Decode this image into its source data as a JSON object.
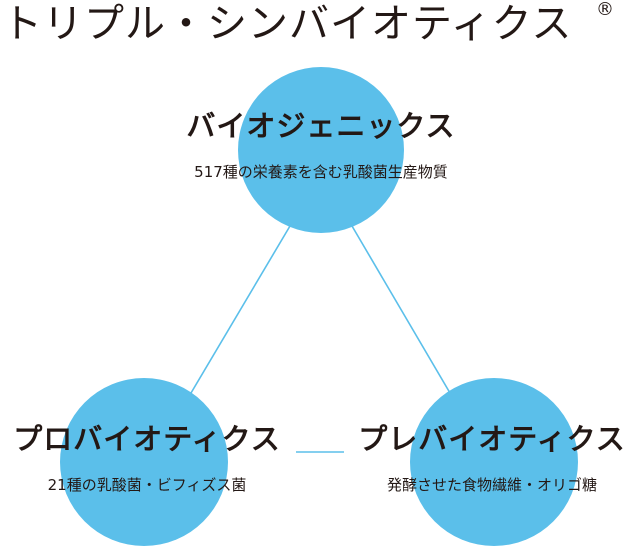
{
  "title": "トリプル・シンバイオティクス",
  "registered_mark": "®",
  "colors": {
    "circle": "#5bbfea",
    "line": "#5bbfea",
    "text": "#231815"
  },
  "nodes": {
    "top": {
      "name": "バイオジェニックス",
      "description": "517種の栄養素を含む乳酸菌生産物質"
    },
    "left": {
      "name": "プロバイオティクス",
      "description": "21種の乳酸菌・ビフィズス菌"
    },
    "right": {
      "name": "プレバイオティクス",
      "description": "発酵させた食物繊維・オリゴ糖"
    }
  }
}
